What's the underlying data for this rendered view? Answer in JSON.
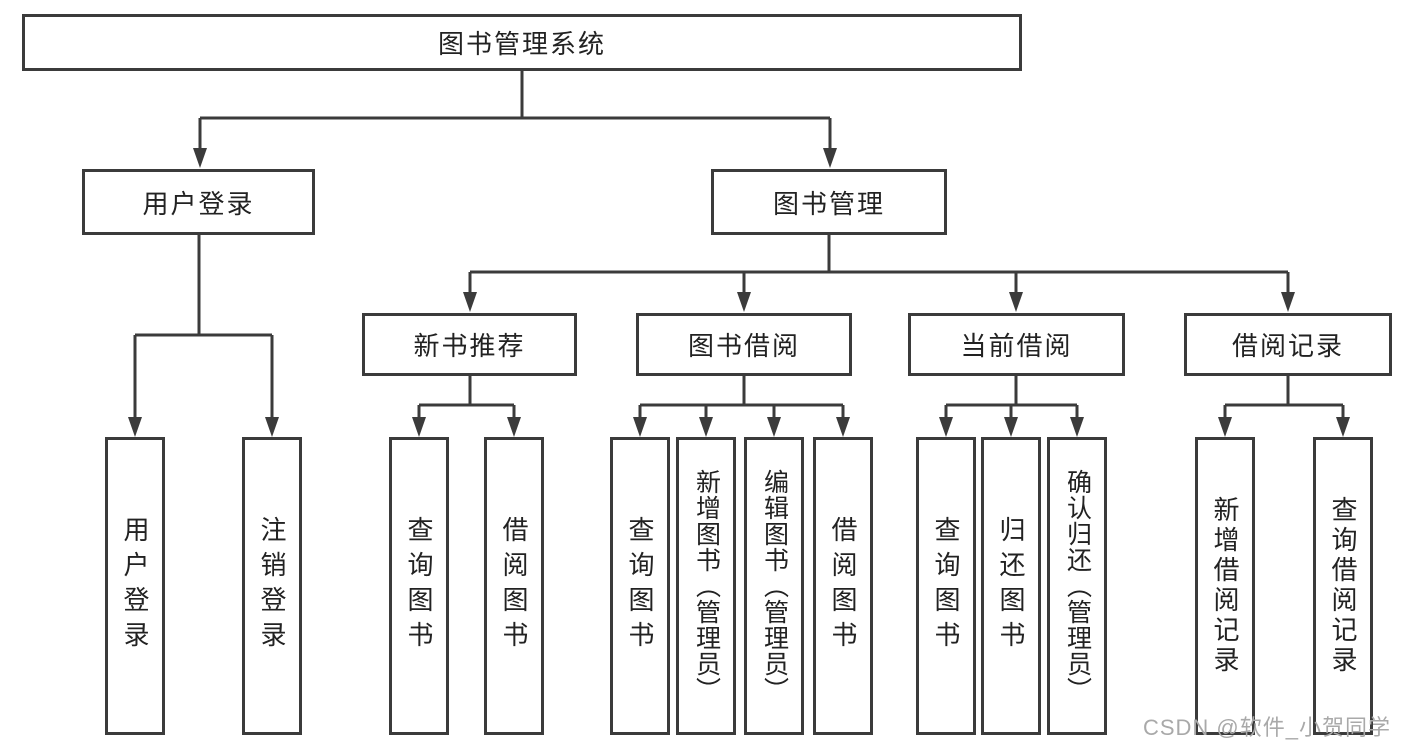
{
  "colors": {
    "line": "#3b3b3b",
    "box_border": "#3b3b3b",
    "text": "#222222",
    "watermark": "#a9a9a9"
  },
  "tree": {
    "root": {
      "label": "图书管理系统"
    },
    "branches": [
      {
        "label": "用户登录",
        "children": [
          {
            "label": "用户登录"
          },
          {
            "label": "注销登录"
          }
        ]
      },
      {
        "label": "图书管理",
        "children": [
          {
            "label": "新书推荐",
            "children": [
              {
                "label": "查询图书"
              },
              {
                "label": "借阅图书"
              }
            ]
          },
          {
            "label": "图书借阅",
            "children": [
              {
                "label": "查询图书"
              },
              {
                "label": "新增图书（管理员）"
              },
              {
                "label": "编辑图书（管理员）"
              },
              {
                "label": "借阅图书"
              }
            ]
          },
          {
            "label": "当前借阅",
            "children": [
              {
                "label": "查询图书"
              },
              {
                "label": "归还图书"
              },
              {
                "label": "确认归还（管理员）"
              }
            ]
          },
          {
            "label": "借阅记录",
            "children": [
              {
                "label": "新增借阅记录"
              },
              {
                "label": "查询借阅记录"
              }
            ]
          }
        ]
      }
    ]
  },
  "watermark": {
    "text": "CSDN @软件_小贺同学"
  }
}
